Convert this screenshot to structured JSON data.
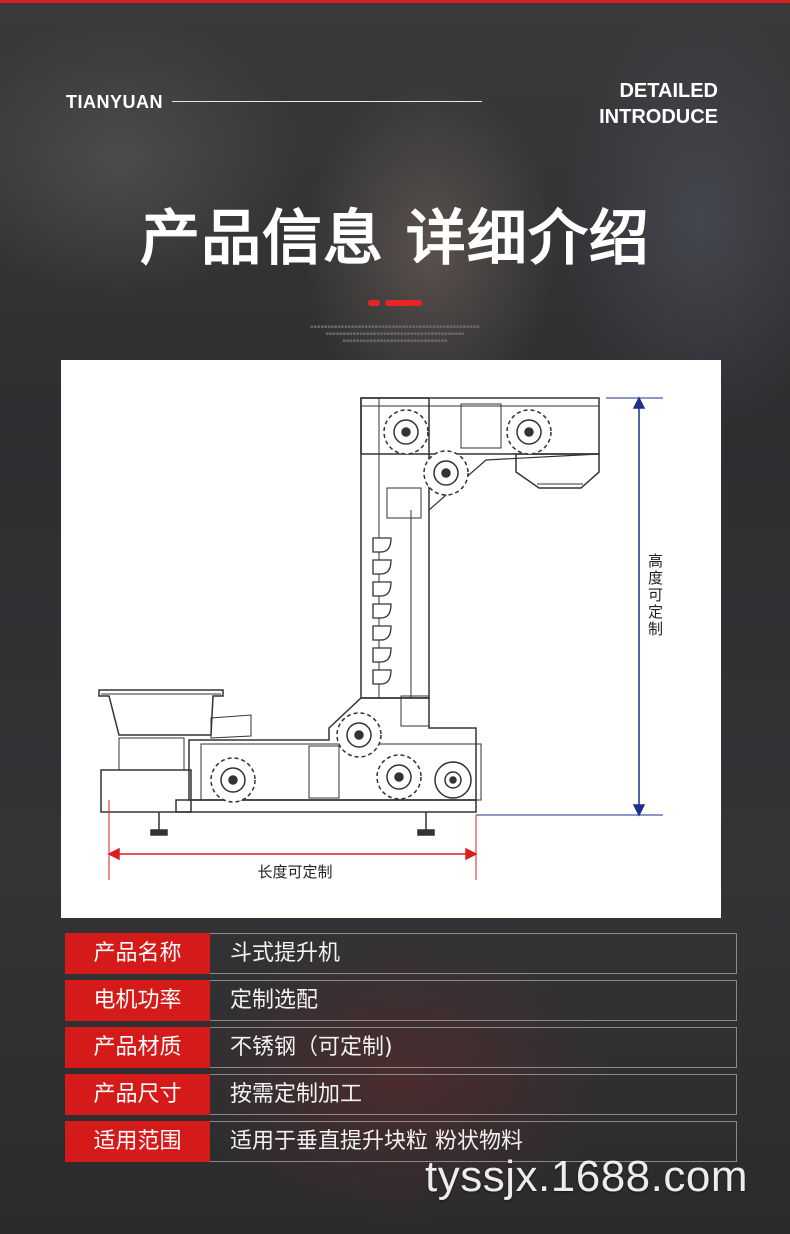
{
  "header": {
    "brand": "TIANYUAN",
    "intro_line1": "DETAILED",
    "intro_line2": "INTRODUCE"
  },
  "title": "产品信息 详细介绍",
  "diagram": {
    "height_label": "高度可定制",
    "length_label": "长度可定制"
  },
  "specs": [
    {
      "label": "产品名称",
      "value": "斗式提升机"
    },
    {
      "label": "电机功率",
      "value": "定制选配"
    },
    {
      "label": "产品材质",
      "value": "不锈钢（可定制)"
    },
    {
      "label": "产品尺寸",
      "value": "按需定制加工"
    },
    {
      "label": "适用范围",
      "value": "适用于垂直提升块粒 粉状物料"
    }
  ],
  "watermark": "tyssjx.1688.com",
  "colors": {
    "accent": "#d51a1a",
    "background": "#333335",
    "dimension_line": "#1f2f8a"
  }
}
